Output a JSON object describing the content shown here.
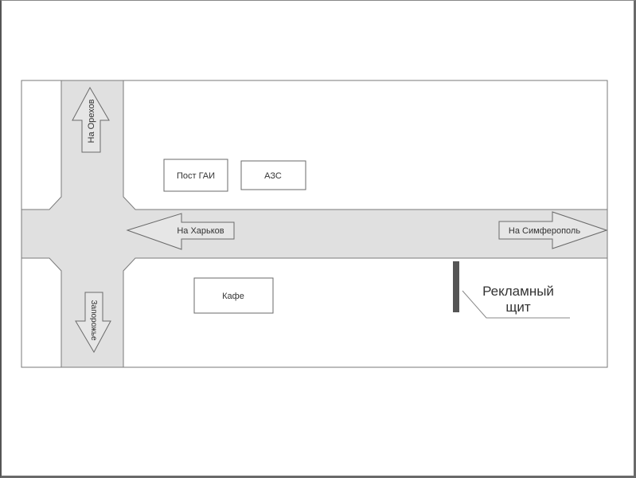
{
  "diagram": {
    "title": "Схема расположения рекламного щита",
    "colors": {
      "road_fill": "#e0e0e0",
      "road_stroke": "#7a7a7a",
      "billboard": "#555555",
      "text": "#333333"
    },
    "directions": {
      "north": "На Орехов",
      "south": "Запорожье",
      "west": "На Харьков",
      "east": "На Симферополь"
    },
    "buildings": {
      "gai_post": "Пост ГАИ",
      "gas_station": "АЗС",
      "cafe": "Кафе"
    },
    "billboard": {
      "label_line1": "Рекламный",
      "label_line2": "щит"
    }
  }
}
